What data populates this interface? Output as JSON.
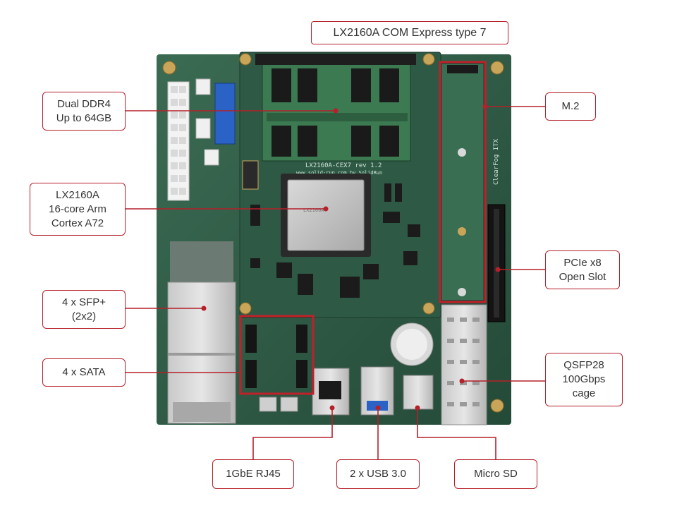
{
  "title": "LX2160A COM Express type 7",
  "board_silkscreen": {
    "com_label": "LX2160A-CEX7 rev 1.2",
    "vendor_label": "www.solid-run.com  by SolidRun",
    "carrier_label": "ClearFog ITX"
  },
  "callouts": [
    {
      "id": "ddr4",
      "lines": [
        "Dual DDR4",
        "Up to 64GB"
      ]
    },
    {
      "id": "cpu",
      "lines": [
        "LX2160A",
        "16-core Arm",
        "Cortex A72"
      ]
    },
    {
      "id": "sfp",
      "lines": [
        "4 x SFP+",
        "(2x2)"
      ]
    },
    {
      "id": "sata",
      "lines": [
        "4 x SATA"
      ]
    },
    {
      "id": "m2",
      "lines": [
        "M.2"
      ]
    },
    {
      "id": "pcie",
      "lines": [
        "PCIe x8",
        "Open Slot"
      ]
    },
    {
      "id": "qsfp",
      "lines": [
        "QSFP28",
        "100Gbps",
        "cage"
      ]
    },
    {
      "id": "rj45",
      "lines": [
        "1GbE RJ45"
      ]
    },
    {
      "id": "usb",
      "lines": [
        "2 x USB 3.0"
      ]
    },
    {
      "id": "sd",
      "lines": [
        "Micro SD"
      ]
    }
  ],
  "colors": {
    "accent": "#b5202a",
    "pcb": "#2f5a45",
    "pcb_dark": "#1f3f30",
    "text": "#333333"
  }
}
